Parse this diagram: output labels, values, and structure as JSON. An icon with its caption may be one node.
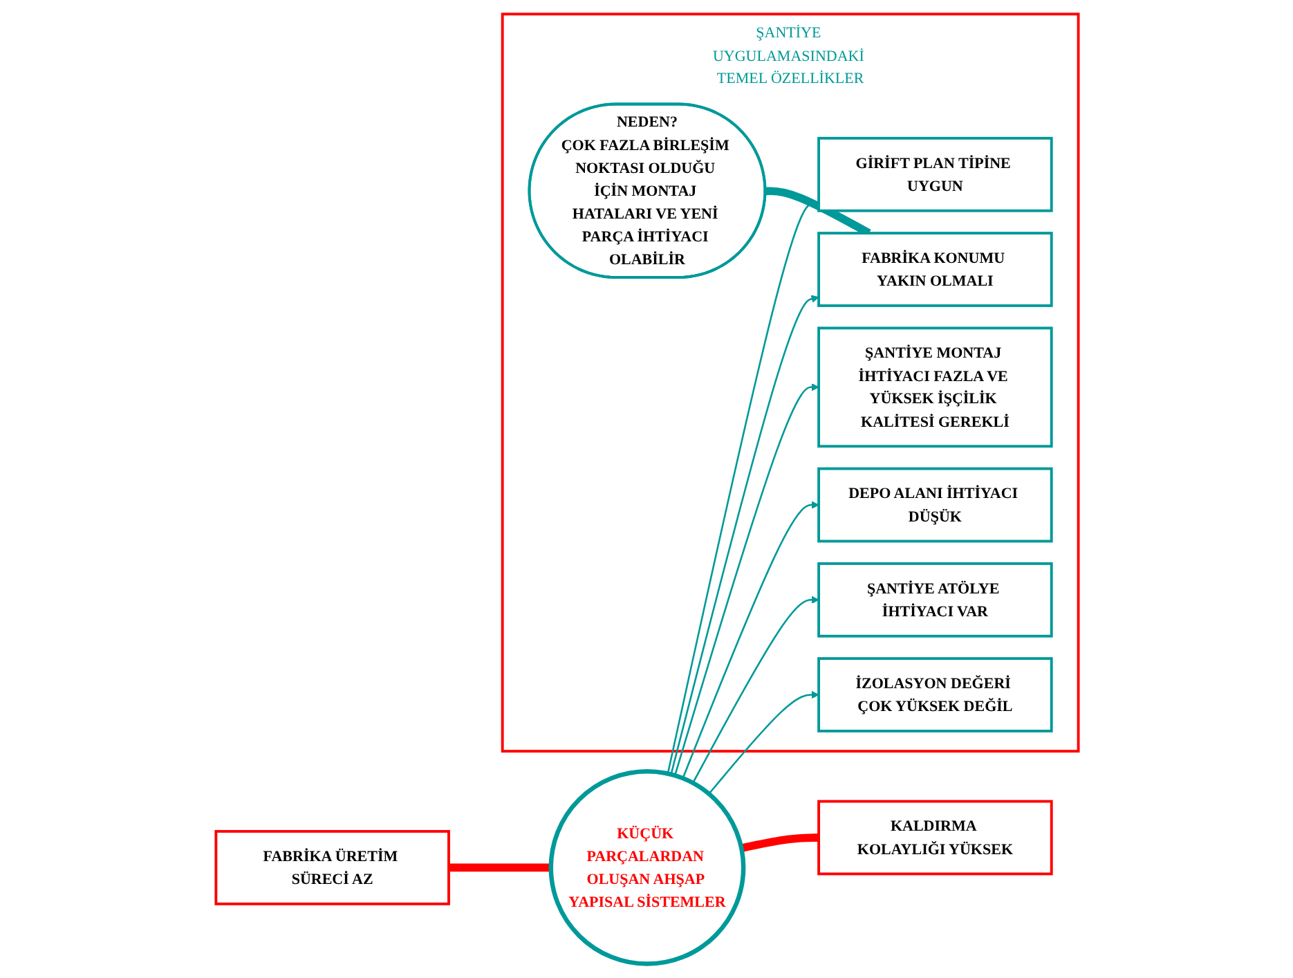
{
  "diagram": {
    "nodes": [
      {
        "text": [
          "FABRİKA ÜRETİM SÜRECİ AZ"
        ]
      },
      {
        "text": [
          "KÜÇÜK PARÇALARDAN OLUŞAN AHŞAP YAPISAL SİSTEMLER"
        ]
      },
      {
        "text": [
          "KALDIRMA KOLAYLIĞI YÜKSEK"
        ]
      },
      {
        "text": [
          "ŞANTİYE UYGULAMASINDAKİ TEMEL ÖZELLİKLER"
        ]
      },
      {
        "text": [
          "GİRİFT PLAN TİPİNE UYGUN"
        ],
        "in": 3
      },
      {
        "text": [
          "FABRİKA KONUMU YAKIN OLMALI"
        ],
        "in": 3
      },
      {
        "text": [
          "NEDEN?",
          "ÇOK FAZLA BİRLEŞİM NOKTASI OLDUĞU İÇİN MONTAJ HATALARI VE YENİ PARÇA İHTİYACI OLABİLİR"
        ],
        "in": 3
      },
      {
        "text": [
          "ŞANTİYE MONTAJ İHTİYACI FAZLA VE YÜKSEK İŞÇİLİK KALİTESİ GEREKLİ"
        ],
        "in": 3
      },
      {
        "text": [
          "DEPO ALANI İHTİYACI DÜŞÜK"
        ],
        "in": 3
      },
      {
        "text": [
          "ŞANTİYE ATÖLYE İHTİYACI VAR"
        ],
        "in": 3
      },
      {
        "text": [
          "İZOLASYON DEĞERİ ÇOK YÜKSEK DEĞİL"
        ],
        "in": 3
      }
    ],
    "edges": [
      {
        "from": 0,
        "to": 1,
        "arrow": "none",
        "style": "thick",
        "color": "#ff0000"
      },
      {
        "from": 1,
        "to": 2,
        "arrow": "none",
        "style": "thick",
        "color": "#ff0000"
      },
      {
        "from": 1,
        "to": 4,
        "arrow": "to"
      },
      {
        "from": 1,
        "to": 5,
        "arrow": "to"
      },
      {
        "from": 6,
        "to": 5,
        "arrow": "none",
        "style": "thick"
      },
      {
        "from": 1,
        "to": 7,
        "arrow": "to"
      },
      {
        "from": 1,
        "to": 8,
        "arrow": "to"
      },
      {
        "from": 1,
        "to": 9,
        "arrow": "to"
      },
      {
        "from": 1,
        "to": 10,
        "arrow": "to"
      }
    ]
  }
}
